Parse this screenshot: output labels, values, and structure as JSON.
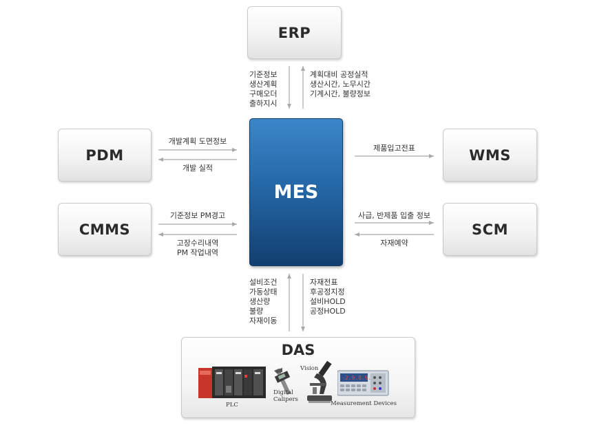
{
  "nodes": {
    "erp": "ERP",
    "pdm": "PDM",
    "cmms": "CMMS",
    "mes": "MES",
    "wms": "WMS",
    "scm": "SCM",
    "das": "DAS"
  },
  "flows": {
    "mes_to_erp": [
      "기준정보",
      "생산계획",
      "구매오더",
      "출하지시"
    ],
    "erp_from_mes": [
      "계획대비 공정실적",
      "생산시간, 노무시간",
      "기계시간, 불량정보"
    ],
    "pdm_to_mes": "개발계획 도면정보",
    "mes_to_pdm": "개발 실적",
    "cmms_to_mes": "기준정보 PM경고",
    "mes_to_cmms": [
      "고장수리내역",
      "PM 작업내역"
    ],
    "mes_to_wms": "제품입고전표",
    "mes_to_scm": "사급, 반제품 입출 정보",
    "scm_to_mes": "자재예약",
    "das_to_mes": [
      "설비조건",
      "가동상태",
      "생산량",
      "불량",
      "자재이동"
    ],
    "mes_to_das": [
      "자재전표",
      "후공정지정",
      "설비HOLD",
      "공정HOLD"
    ]
  },
  "devices": {
    "plc": "PLC",
    "calipers": [
      "Digital",
      "Calipers"
    ],
    "vision": "Vision",
    "measurement": "Measurement Devices",
    "meter_reading": "-2.9.8.9.8"
  },
  "colors": {
    "mes_top": "#3c86c9",
    "mes_bottom": "#123f6f",
    "arrow": "#a8a8a8"
  }
}
